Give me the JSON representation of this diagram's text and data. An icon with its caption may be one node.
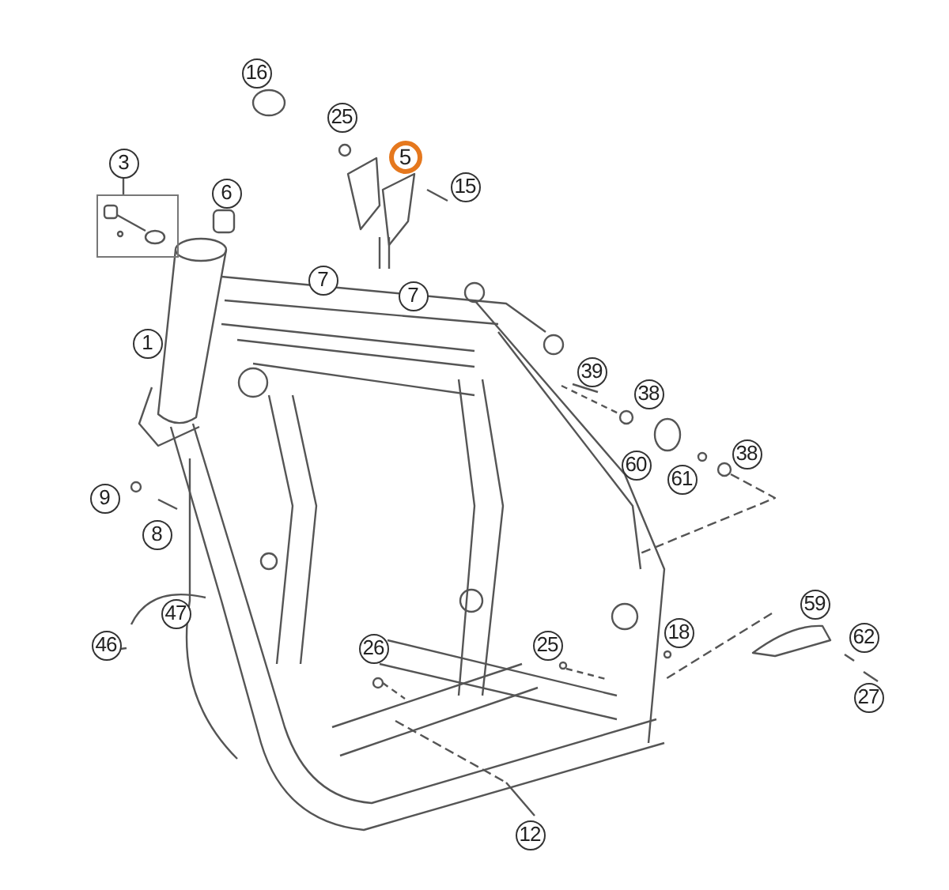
{
  "diagram": {
    "nodes": [
      {
        "text": [
          "16"
        ]
      },
      {
        "text": [
          "25"
        ]
      },
      {
        "text": [
          "5"
        ]
      },
      {
        "text": [
          "15"
        ]
      },
      {
        "text": [
          "3"
        ]
      },
      {
        "text": [
          "6"
        ]
      },
      {
        "text": [
          "7"
        ]
      },
      {
        "text": [
          "7"
        ]
      },
      {
        "text": [
          "1"
        ]
      },
      {
        "text": [
          "39"
        ]
      },
      {
        "text": [
          "38"
        ]
      },
      {
        "text": [
          "60"
        ]
      },
      {
        "text": [
          "61"
        ]
      },
      {
        "text": [
          "38"
        ]
      },
      {
        "text": [
          "9"
        ]
      },
      {
        "text": [
          "8"
        ]
      },
      {
        "text": [
          "47"
        ]
      },
      {
        "text": [
          "46"
        ]
      },
      {
        "text": [
          "26"
        ]
      },
      {
        "text": [
          "25"
        ]
      },
      {
        "text": [
          "18"
        ]
      },
      {
        "text": [
          "59"
        ]
      },
      {
        "text": [
          "62"
        ]
      },
      {
        "text": [
          "27"
        ]
      },
      {
        "text": [
          "12"
        ]
      },
      {
        "text": [],
        "shape": "picture"
      }
    ],
    "edges": [
      {
        "from": 4,
        "to": 25,
        "arrow": "none"
      }
    ]
  }
}
